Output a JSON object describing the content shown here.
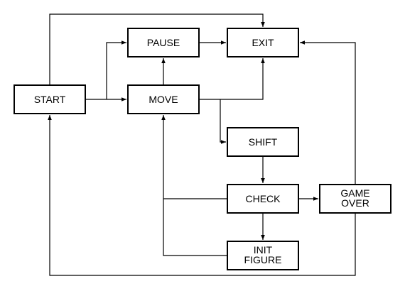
{
  "diagram": {
    "type": "state-flowchart",
    "colors": {
      "stroke": "#000000",
      "background": "#ffffff"
    },
    "nodes": {
      "start": {
        "lines": [
          "START"
        ]
      },
      "pause": {
        "lines": [
          "PAUSE"
        ]
      },
      "exit": {
        "lines": [
          "EXIT"
        ]
      },
      "move": {
        "lines": [
          "MOVE"
        ]
      },
      "shift": {
        "lines": [
          "SHIFT"
        ]
      },
      "check": {
        "lines": [
          "CHECK"
        ]
      },
      "game_over": {
        "lines": [
          "GAME",
          "OVER"
        ]
      },
      "init_figure": {
        "lines": [
          "INIT",
          "FIGURE"
        ]
      }
    },
    "edges": [
      {
        "from": "start",
        "to": "exit"
      },
      {
        "from": "start",
        "to": "move"
      },
      {
        "from": "start",
        "to": "pause"
      },
      {
        "from": "pause",
        "to": "exit"
      },
      {
        "from": "move",
        "to": "pause"
      },
      {
        "from": "move",
        "to": "exit"
      },
      {
        "from": "move",
        "to": "shift"
      },
      {
        "from": "shift",
        "to": "check"
      },
      {
        "from": "check",
        "to": "game_over"
      },
      {
        "from": "check",
        "to": "init_figure"
      },
      {
        "from": "check",
        "to": "move"
      },
      {
        "from": "init_figure",
        "to": "move"
      },
      {
        "from": "game_over",
        "to": "exit"
      },
      {
        "from": "game_over",
        "to": "start"
      }
    ]
  }
}
